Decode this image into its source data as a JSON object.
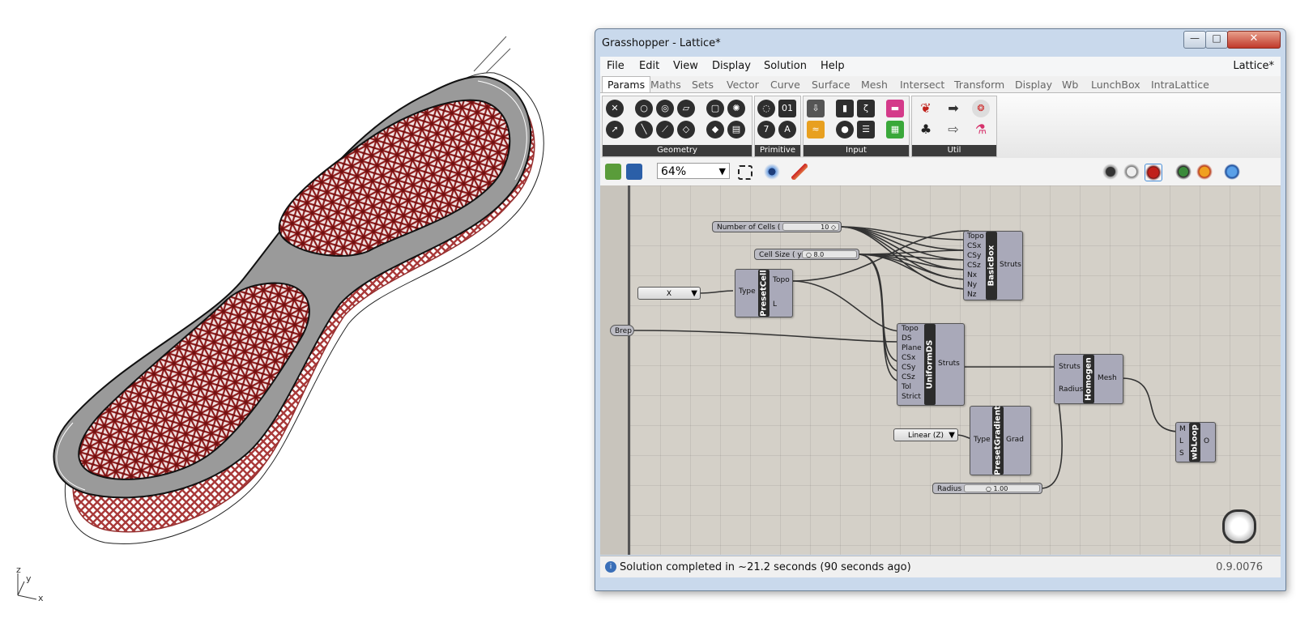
{
  "viewport": {
    "axis_z": "z",
    "axis_y": "y",
    "axis_x": "x"
  },
  "window": {
    "title": "Grasshopper - Lattice*",
    "minimize_glyph": "—",
    "maximize_glyph": "□",
    "close_glyph": "✕"
  },
  "menu": {
    "items": [
      "File",
      "Edit",
      "View",
      "Display",
      "Solution",
      "Help"
    ],
    "document": "Lattice*"
  },
  "tabs": [
    "Params",
    "Maths",
    "Sets",
    "Vector",
    "Curve",
    "Surface",
    "Mesh",
    "Intersect",
    "Transform",
    "Display",
    "Wb",
    "LunchBox",
    "IntraLattice"
  ],
  "ribbon": {
    "panels": [
      "Geometry",
      "Primitive",
      "Input",
      "Util"
    ],
    "primitive_icon_a": "01",
    "primitive_icon_b": "7",
    "primitive_icon_c": "A"
  },
  "toolbar": {
    "zoom": "64%",
    "zoom_arrow": "▼"
  },
  "canvas": {
    "number_of_cells": {
      "label": "Number of Cells ( x )",
      "value": "10 ◇"
    },
    "cell_size": {
      "label": "Cell Size ( y )",
      "value": "○ 8.0"
    },
    "type_dropdown": {
      "value": "X",
      "arrow": "▼"
    },
    "brep": "Brep",
    "preset_cell": {
      "name": "PresetCell",
      "inputs": [
        "Type"
      ],
      "outputs": [
        "Topo",
        "L"
      ]
    },
    "basic_box": {
      "name": "BasicBox",
      "inputs": [
        "Topo",
        "CSx",
        "CSy",
        "CSz",
        "Nx",
        "Ny",
        "Nz"
      ],
      "outputs": [
        "Struts"
      ]
    },
    "uniform_ds": {
      "name": "UniformDS",
      "inputs": [
        "Topo",
        "DS",
        "Plane",
        "CSx",
        "CSy",
        "CSz",
        "Tol",
        "Strict"
      ],
      "outputs": [
        "Struts"
      ]
    },
    "homogen": {
      "name": "Homogen",
      "inputs": [
        "Struts",
        "Radius"
      ],
      "outputs": [
        "Mesh"
      ]
    },
    "linear_dropdown": {
      "value": "Linear (Z)",
      "arrow": "▼"
    },
    "preset_gradient": {
      "name": "PresetGradient",
      "inputs": [
        "Type"
      ],
      "outputs": [
        "Grad"
      ]
    },
    "radius": {
      "label": "Radius",
      "value": "○ 1.00"
    },
    "wbloop": {
      "name": "wbLoop",
      "inputs": [
        "M",
        "L",
        "S"
      ],
      "outputs": [
        "O"
      ]
    }
  },
  "status": {
    "icon": "i",
    "text": "Solution completed in ~21.2 seconds (90 seconds ago)",
    "version": "0.9.0076"
  },
  "colors": {
    "lattice": "#8b1a1a",
    "canvas": "#d4d0c8",
    "component": "#a9a9b9",
    "component_label": "#2c2c2c"
  }
}
